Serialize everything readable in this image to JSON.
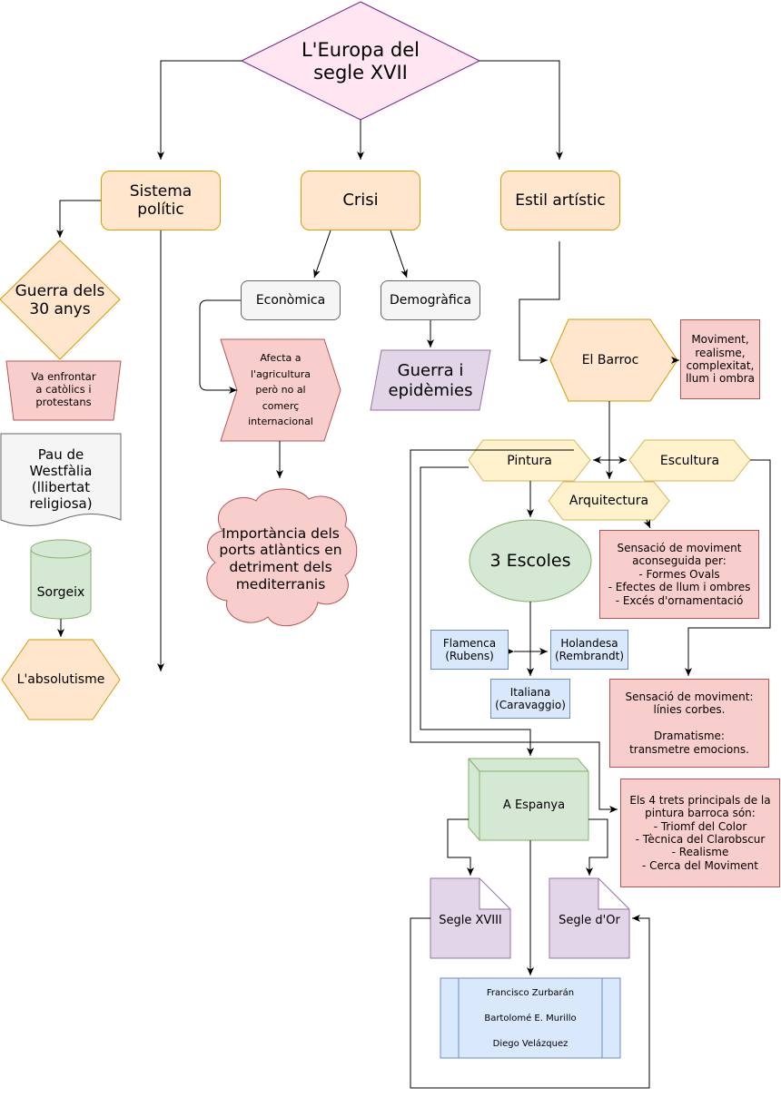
{
  "title": "L'Europa del\nsegle XVII",
  "sistema": "Sistema\npolític",
  "crisi": "Crisi",
  "estil": "Estil artístic",
  "guerra30": "Guerra dels\n30 anys",
  "enfrontar": "Va enfrontar\na catòlics i\nprotestans",
  "pau": "Pau de\nWestfàlia\n(llibertat\nreligiosa)",
  "sorgeix": "Sorgeix",
  "absolutisme": "L'absolutisme",
  "economica": "Econòmica",
  "demografica": "Demogràfica",
  "afecta": "Afecta a\nl'agricultura\nperò no al\ncomerç\ninternacional",
  "guerra_epid": "Guerra i\nepidèmies",
  "ports": "Importància dels\nports atlàntics en\ndetriment dels\nmediterranis",
  "barroc": "El Barroc",
  "moviment": "Moviment,\nrealisme,\ncomplexitat,\nllum i ombra",
  "pintura": "Pintura",
  "escultura": "Escultura",
  "arquitectura": "Arquitectura",
  "escoles": "3 Escoles",
  "arq_text": "Sensació de moviment\naconseguida per:\n- Formes Ovals\n- Efectes de llum i ombres\n- Excés d'ornamentació",
  "flamenca": "Flamenca\n(Rubens)",
  "holandesa": "Holandesa\n(Rembrandt)",
  "italiana": "Italiana\n(Caravaggio)",
  "escult_text": "Sensació de moviment:\nlínies corbes.\n\nDramatisme:\ntransmetre emocions.",
  "trets": "Els 4 trets principals de la\npintura barroca són:\n- Triomf del Color\n- Tècnica del Clarobscur\n- Realisme\n- Cerca del Moviment",
  "espanya": "A Espanya",
  "segle18": "Segle XVIII",
  "segleor": "Segle d'Or",
  "zurbaran": "Francisco Zurbarán",
  "murillo": "Bartolomé E. Murillo",
  "velazquez": "Diego Velázquez"
}
